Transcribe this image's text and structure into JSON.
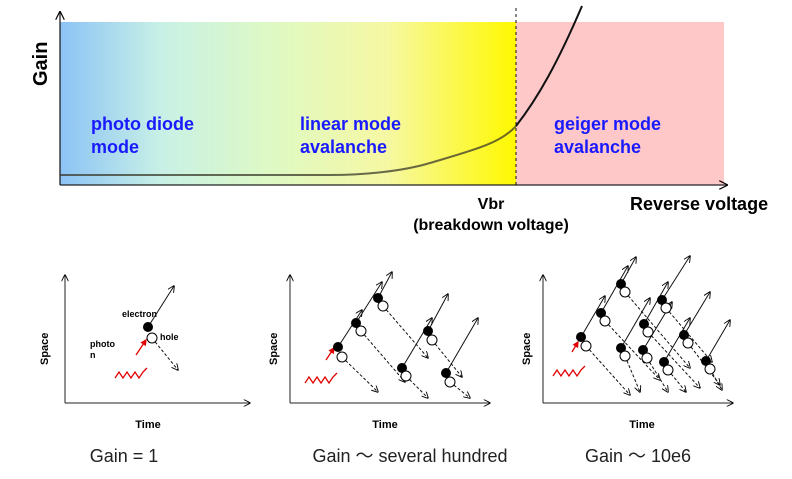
{
  "top": {
    "y_axis_label": "Gain",
    "x_axis_label": "Reverse voltage",
    "vbr_label": "Vbr",
    "vbr_sub": "(breakdown voltage)",
    "regions": {
      "photo_line1": "photo diode",
      "photo_line2": "mode",
      "linear_line1": "linear mode",
      "linear_line2": "avalanche",
      "geiger_line1": "geiger mode",
      "geiger_line2": "avalanche"
    },
    "colors": {
      "region_text": "#1a1aff",
      "geiger_bg": "#ffc8c8",
      "curve": "#1a1a1a"
    }
  },
  "panels": [
    {
      "space_label": "Space",
      "time_label": "Time",
      "electron_label": "electron",
      "hole_label": "hole",
      "photon_line1": "photo",
      "photon_line2": "n",
      "caption": "Gain = 1"
    },
    {
      "space_label": "Space",
      "time_label": "Time",
      "caption": "Gain ～ several hundred"
    },
    {
      "space_label": "Space",
      "time_label": "Time",
      "caption": "Gain ～ 10e6"
    }
  ]
}
